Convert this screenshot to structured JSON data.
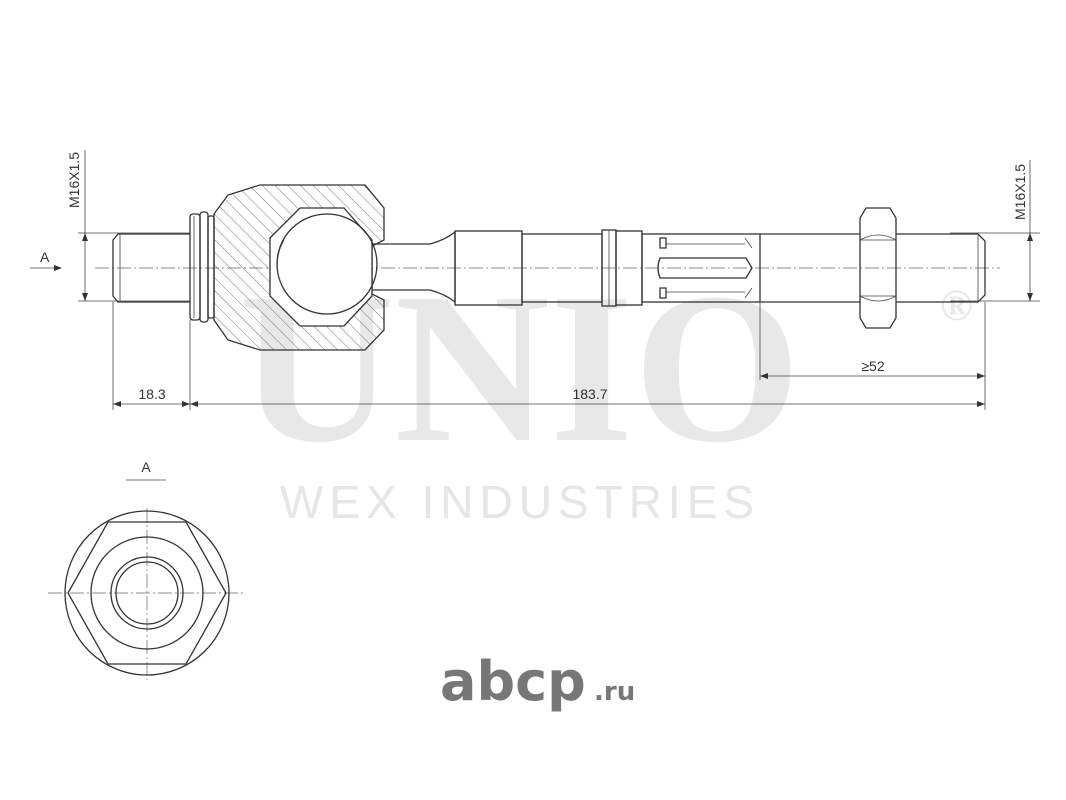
{
  "watermark": {
    "brand": "UNIO",
    "registered": "®",
    "tagline": "WEX INDUSTRIES"
  },
  "dimensions": {
    "thread_left": "M16X1.5",
    "thread_right": "M16X1.5",
    "length_thread": "18.3",
    "length_total": "183.7",
    "length_min_thread": "≥52",
    "view_marker": "A",
    "section_label": "A"
  },
  "logo": {
    "name": "abcp",
    "suffix": ".ru"
  }
}
